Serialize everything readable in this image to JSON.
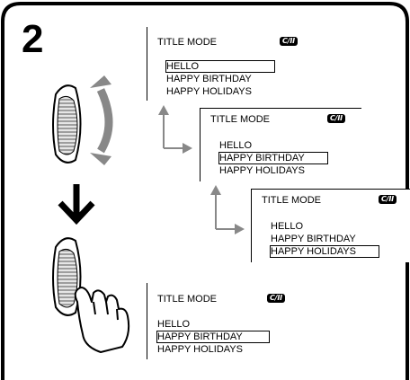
{
  "step": "2",
  "screen": {
    "title": "TITLE MODE",
    "badge": "C/II",
    "items": [
      "HELLO",
      "HAPPY BIRTHDAY",
      "HAPPY HOLIDAYS"
    ]
  },
  "screens": [
    {
      "selected_index": 0
    },
    {
      "selected_index": 1
    },
    {
      "selected_index": 2
    },
    {
      "selected_index": 1
    }
  ]
}
